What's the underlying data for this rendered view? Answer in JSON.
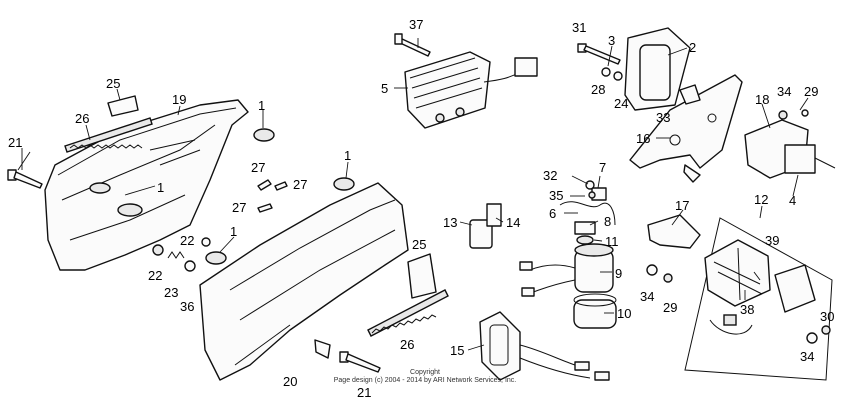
{
  "copyright": {
    "line1": "Copyright",
    "line2": "Page design (c) 2004 - 2014 by ARI Network Services, Inc."
  },
  "callouts": {
    "c1a": "1",
    "c1b": "1",
    "c1c": "1",
    "c1d": "1",
    "c2": "2",
    "c3": "3",
    "c4": "4",
    "c5": "5",
    "c6": "6",
    "c7": "7",
    "c8": "8",
    "c9": "9",
    "c10": "10",
    "c11": "11",
    "c12": "12",
    "c13": "13",
    "c14": "14",
    "c15": "15",
    "c16": "16",
    "c17": "17",
    "c18": "18",
    "c19": "19",
    "c20": "20",
    "c21a": "21",
    "c21b": "21",
    "c22a": "22",
    "c22b": "22",
    "c23": "23",
    "c24": "24",
    "c25a": "25",
    "c25b": "25",
    "c26a": "26",
    "c26b": "26",
    "c27a": "27",
    "c27b": "27",
    "c27c": "27",
    "c28": "28",
    "c29a": "29",
    "c29b": "29",
    "c30": "30",
    "c31": "31",
    "c32": "32",
    "c33": "33",
    "c34a": "34",
    "c34b": "34",
    "c34c": "34",
    "c35": "35",
    "c36": "36",
    "c37": "37",
    "c38": "38",
    "c39": "39"
  }
}
